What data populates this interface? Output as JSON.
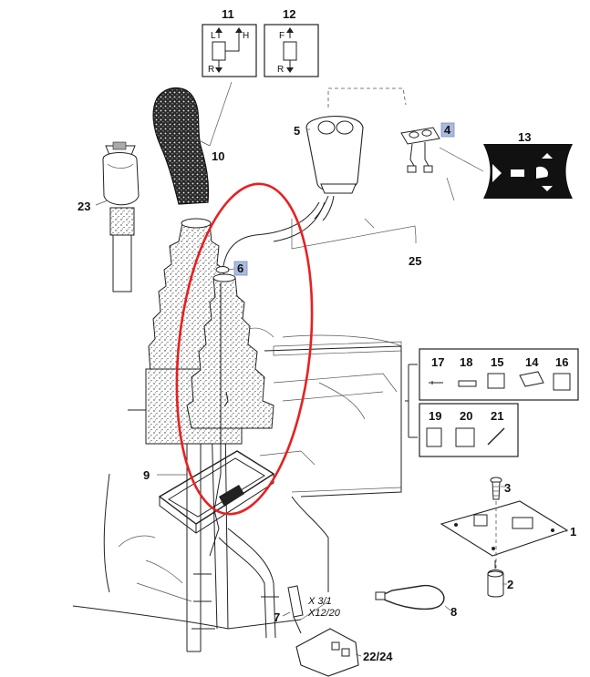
{
  "diagram": {
    "callouts": {
      "c1": "1",
      "c2": "2",
      "c3": "3",
      "c4": "4",
      "c5": "5",
      "c6": "6",
      "c7": "7",
      "c8": "8",
      "c9": "9",
      "c10": "10",
      "c11": "11",
      "c12": "12",
      "c13": "13",
      "c14": "14",
      "c15": "15",
      "c16": "16",
      "c17": "17",
      "c18": "18",
      "c19": "19",
      "c20": "20",
      "c21": "21",
      "c22_24": "22/24",
      "c23": "23",
      "c25": "25"
    },
    "connector_refs": {
      "x31": "X 3/1",
      "x1220": "X12/20"
    },
    "symbol11": {
      "left": "L",
      "right": "H",
      "bottom": "R"
    },
    "symbol12": {
      "left": "F",
      "bottom": "R"
    },
    "highlighted_callouts": [
      "4",
      "6"
    ],
    "colors": {
      "highlight_fill": "#aabcdd",
      "ellipse": "#e82020",
      "line": "#222222"
    }
  }
}
